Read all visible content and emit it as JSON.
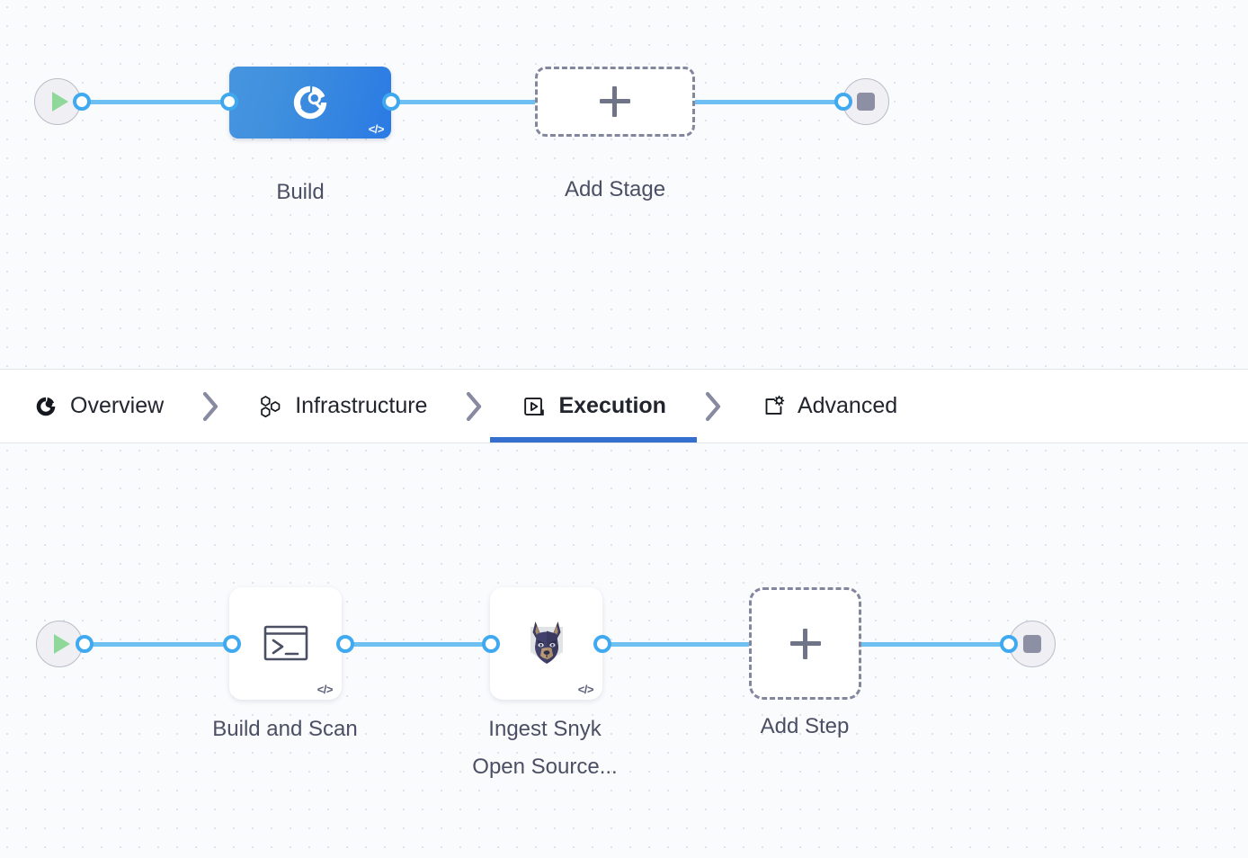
{
  "app": {
    "kind": "pipeline-studio-canvas",
    "colors": {
      "wire": "#6ec0f3",
      "port_ring": "#40a9f0",
      "stage_node_blue": "#2a7ae4",
      "active_tab_underline": "#3670cf",
      "label_text": "#4b4f63",
      "canvas_bg": "#fafbfd",
      "dot_grid": "#dfe2ea",
      "terminal_fill": "#f0f0f4",
      "terminal_border": "#b9bcc9",
      "play_green": "#8fd89a",
      "stop_gray": "#8d90a5",
      "dashed_border": "#83879e"
    }
  },
  "stages_canvas": {
    "start_node": {
      "name": "pipeline-start",
      "icon": "play-icon"
    },
    "end_node": {
      "name": "pipeline-end",
      "icon": "stop-square-icon"
    },
    "nodes": [
      {
        "id": "build-stage",
        "label": "Build",
        "icon": "ci-build-icon",
        "badge": "</>",
        "selected": true,
        "type": "stage"
      },
      {
        "id": "add-stage",
        "label": "Add Stage",
        "icon": "plus-icon",
        "type": "add"
      }
    ]
  },
  "tabs": {
    "items": [
      {
        "id": "overview",
        "label": "Overview",
        "icon": "overview-circle-icon",
        "active": false
      },
      {
        "id": "infrastructure",
        "label": "Infrastructure",
        "icon": "hexagons-icon",
        "active": false
      },
      {
        "id": "execution",
        "label": "Execution",
        "icon": "play-in-box-icon",
        "active": true
      },
      {
        "id": "advanced",
        "label": "Advanced",
        "icon": "bracket-gear-icon",
        "active": false
      }
    ],
    "separator_icon": "chevron-right-icon"
  },
  "steps_canvas": {
    "start_node": {
      "name": "execution-start",
      "icon": "play-icon"
    },
    "end_node": {
      "name": "execution-end",
      "icon": "stop-square-icon"
    },
    "nodes": [
      {
        "id": "build-and-scan",
        "label": "Build and Scan",
        "icon": "terminal-icon",
        "badge": "</>",
        "type": "step"
      },
      {
        "id": "ingest-snyk-open-source",
        "label": "Ingest Snyk\nOpen Source...",
        "icon": "snyk-doberman-icon",
        "badge": "</>",
        "type": "step"
      },
      {
        "id": "add-step",
        "label": "Add Step",
        "icon": "plus-icon",
        "type": "add"
      }
    ]
  }
}
